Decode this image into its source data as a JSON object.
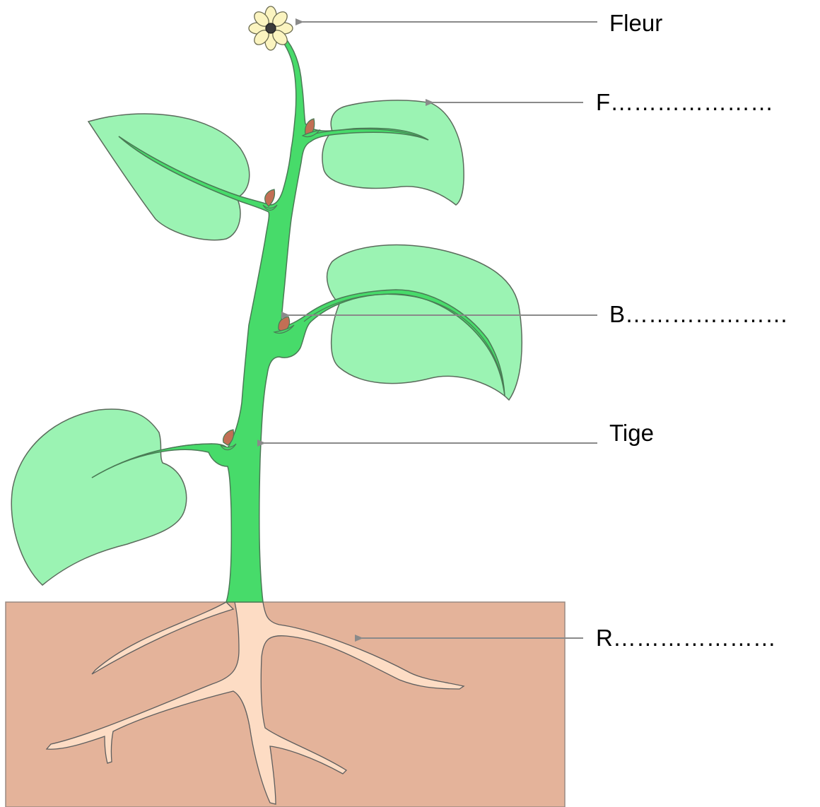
{
  "diagram": {
    "labels": {
      "flower": "Fleur",
      "leaf": "F…………………",
      "bud": "B…………………",
      "stem": "Tige",
      "root": "R…………………"
    },
    "colors": {
      "soil": "#e4b39a",
      "stem": "#47db6a",
      "leaf": "#9bf3b3",
      "outline": "#5b6b5c",
      "root": "#fddcc4",
      "petal": "#fbf4c0",
      "flower_center": "#3b3b3b",
      "bud": "#c26f55",
      "arrow": "#8a8a8a"
    }
  }
}
